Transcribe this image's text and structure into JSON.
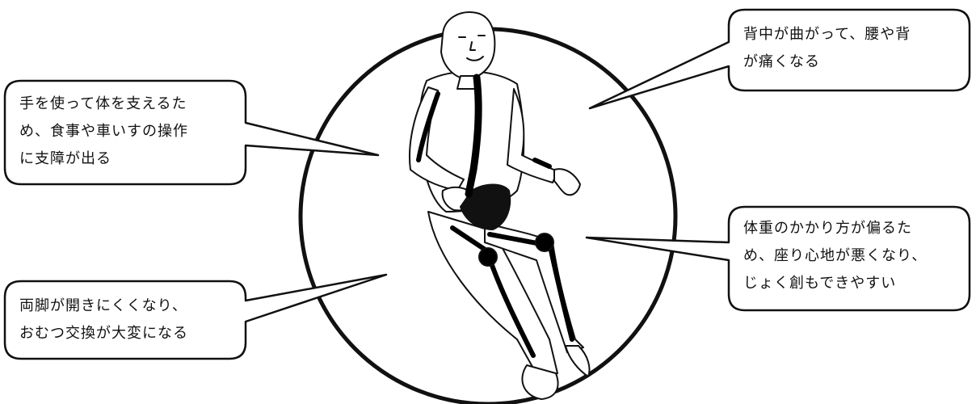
{
  "callouts": {
    "top_left": {
      "lines": [
        "手を使って体を支えるた",
        "め、食事や車いすの操作",
        "に支障が出る"
      ]
    },
    "bottom_left": {
      "lines": [
        "両脚が開きにくくなり、",
        "おむつ交換が大変になる"
      ]
    },
    "top_right": {
      "lines": [
        "背中が曲がって、腰や背",
        "が痛くなる"
      ]
    },
    "bottom_right": {
      "lines": [
        "体重のかかり方が偏るた",
        "め、座り心地が悪くなり、",
        "じょく創もできやすい"
      ]
    }
  },
  "colors": {
    "ink": "#111111",
    "paper": "#ffffff",
    "shade": "#000000"
  },
  "illustration": "elderly-man-sitting-slumped-in-circle"
}
